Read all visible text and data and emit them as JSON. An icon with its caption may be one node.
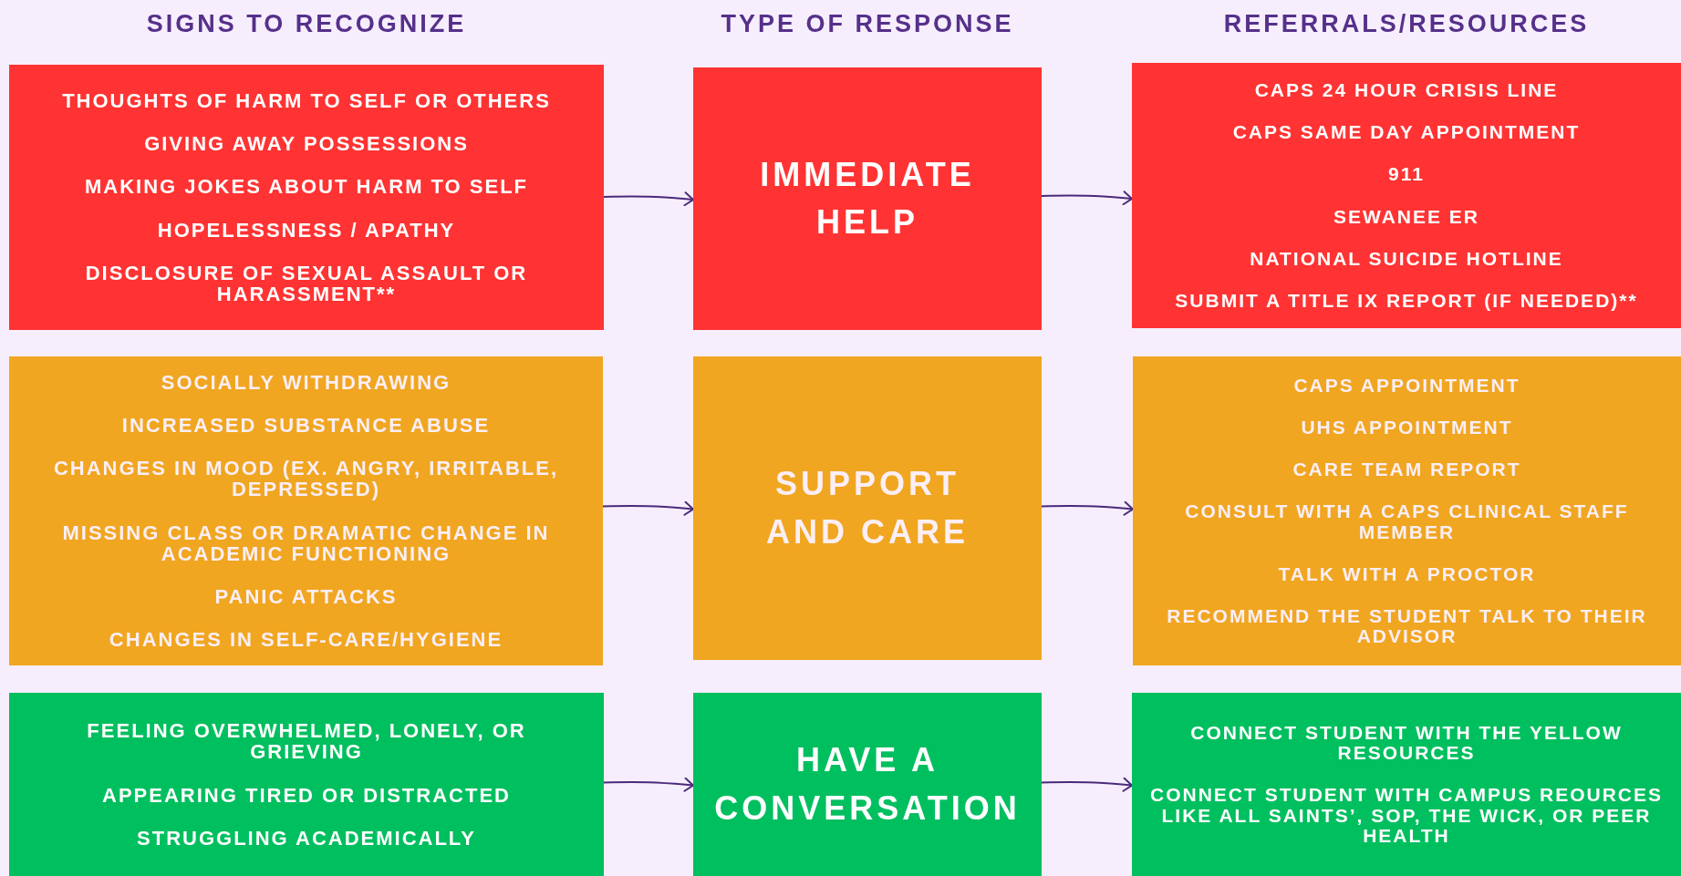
{
  "diagram": {
    "nodes": [
      {
        "text": [
          "THOUGHTS OF HARM TO SELF OR OTHERS",
          "GIVING AWAY POSSESSIONS",
          "MAKING JOKES ABOUT HARM TO SELF",
          "HOPELESSNESS / APATHY",
          "DISCLOSURE OF SEXUAL ASSAULT OR HARASSMENT**"
        ]
      },
      {
        "text": [
          "IMMEDIATE HELP"
        ]
      },
      {
        "text": [
          "CAPS 24 HOUR CRISIS LINE",
          "CAPS SAME DAY APPOINTMENT",
          "911",
          "SEWANEE ER",
          "NATIONAL SUICIDE HOTLINE",
          "SUBMIT A TITLE IX REPORT (IF NEEDED)**"
        ]
      },
      {
        "text": [
          "SOCIALLY WITHDRAWING",
          "INCREASED SUBSTANCE ABUSE",
          "CHANGES IN MOOD (EX. ANGRY, IRRITABLE, DEPRESSED)",
          "MISSING CLASS OR DRAMATIC CHANGE IN ACADEMIC FUNCTIONING",
          "PANIC ATTACKS",
          "CHANGES IN SELF-CARE/HYGIENE"
        ]
      },
      {
        "text": [
          "SUPPORT AND CARE"
        ]
      },
      {
        "text": [
          "CAPS APPOINTMENT",
          "UHS APPOINTMENT",
          "CARE TEAM REPORT",
          "CONSULT  WITH A CAPS CLINICAL STAFF MEMBER",
          "TALK WITH A PROCTOR",
          "RECOMMEND THE STUDENT TALK TO THEIR ADVISOR"
        ]
      },
      {
        "text": [
          "FEELING OVERWHELMED, LONELY, OR GRIEVING",
          "APPEARING TIRED OR DISTRACTED",
          "STRUGGLING ACADEMICALLY"
        ]
      },
      {
        "text": [
          "HAVE A CONVERSATION"
        ]
      },
      {
        "text": [
          "CONNECT STUDENT WITH THE YELLOW RESOURCES",
          "CONNECT STUDENT WITH CAMPUS REOURCES LIKE ALL SAINTS’, SOP, THE WICK, OR PEER HEALTH"
        ]
      }
    ],
    "edges": [
      {
        "from": 0,
        "to": 1,
        "arrow": "to"
      },
      {
        "from": 1,
        "to": 2,
        "arrow": "to"
      },
      {
        "from": 3,
        "to": 4,
        "arrow": "to"
      },
      {
        "from": 4,
        "to": 5,
        "arrow": "to"
      },
      {
        "from": 6,
        "to": 7,
        "arrow": "to"
      },
      {
        "from": 7,
        "to": 8,
        "arrow": "to"
      }
    ],
    "labels": [
      "SIGNS TO RECOGNIZE",
      "TYPE OF RESPONSE",
      "REFERRALS/RESOURCES"
    ]
  }
}
